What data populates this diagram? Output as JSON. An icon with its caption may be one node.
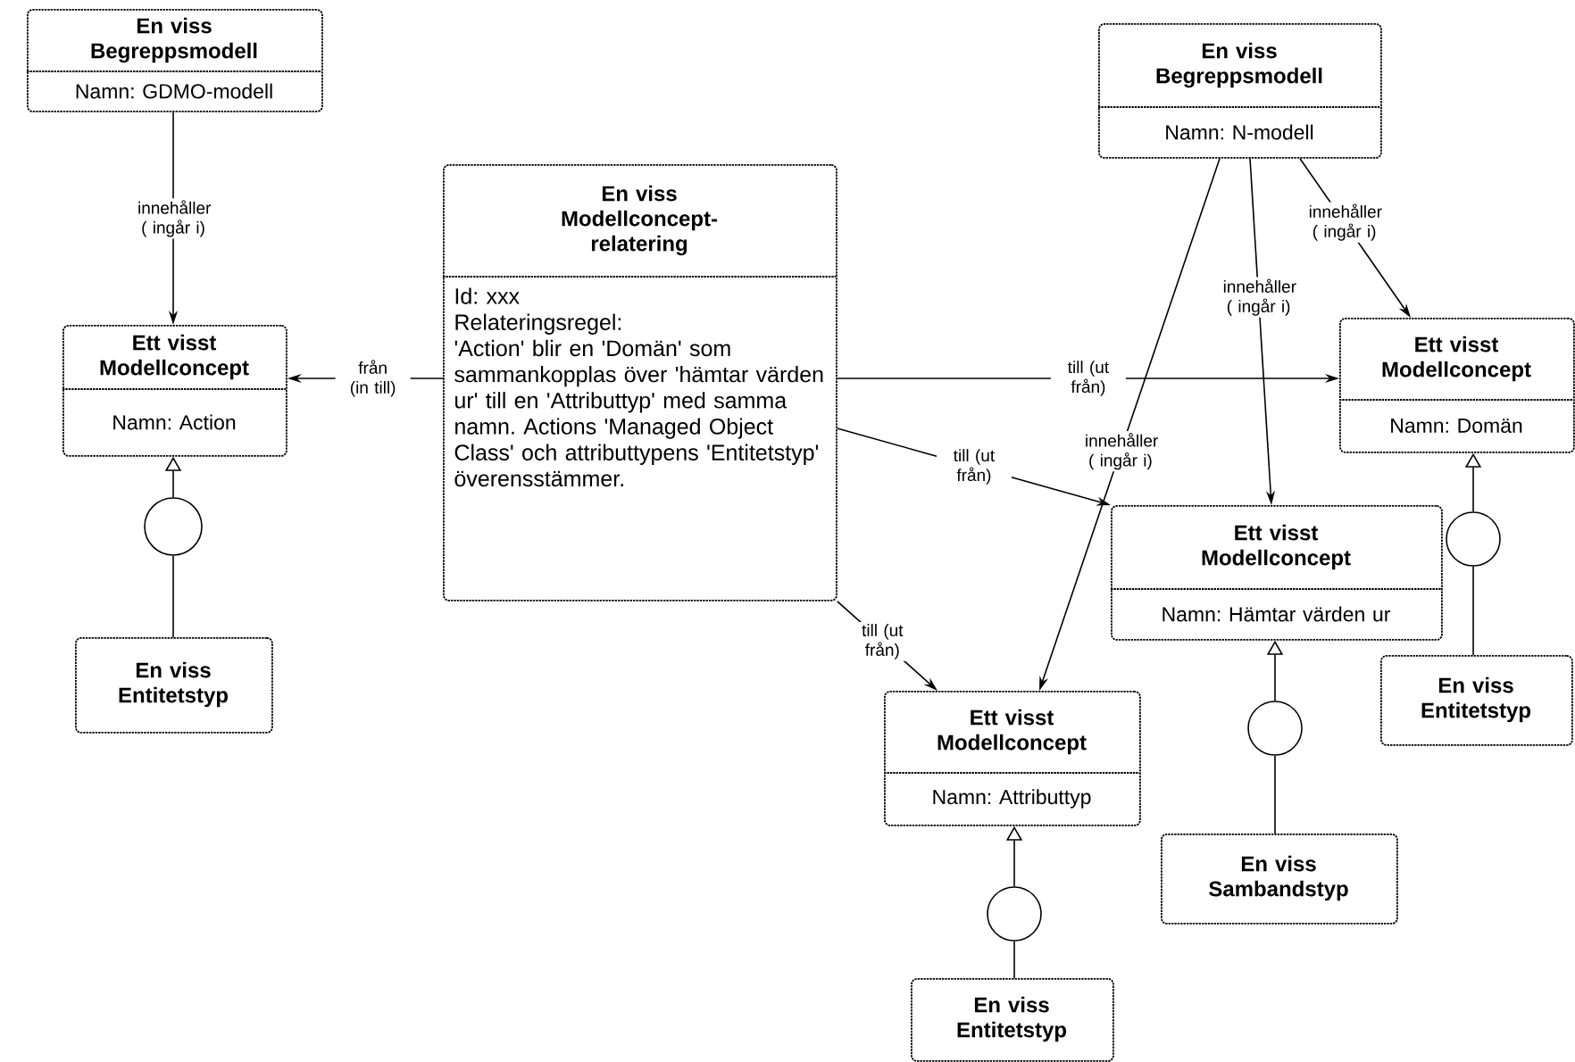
{
  "diagram": {
    "nodes": [
      {
        "text": [
          "En viss Begreppsmodell",
          "Namn: GDMO-modell"
        ]
      },
      {
        "text": [
          "En viss Begreppsmodell",
          "Namn: N-modell"
        ]
      },
      {
        "text": [
          "En viss Modellconcept-relatering",
          "Id: xxx",
          "Relateringsregel:",
          "'Action' blir en 'Domän' som sammankopplas över 'hämtar värden ur' till en 'Attributtyp' med samma namn. Actions 'Managed Object Class' och attributtypens 'Entitetstyp' överensstämmer."
        ]
      },
      {
        "text": [
          "Ett visst Modellconcept",
          "Namn: Action"
        ]
      },
      {
        "text": [
          "Ett visst Modellconcept",
          "Namn: Domän"
        ]
      },
      {
        "text": [
          "Ett visst Modellconcept",
          "Namn: Hämtar värden ur"
        ]
      },
      {
        "text": [],
        "shape": "circle"
      },
      {
        "text": [],
        "shape": "circle"
      },
      {
        "text": [
          "En viss Entitetstyp"
        ]
      },
      {
        "text": [
          "En viss Entitetstyp"
        ]
      },
      {
        "text": [
          "Ett visst Modellconcept",
          "Namn: Attributtyp"
        ]
      },
      {
        "text": [],
        "shape": "circle"
      },
      {
        "text": [
          "En viss Sambandstyp"
        ]
      },
      {
        "text": [],
        "shape": "circle"
      },
      {
        "text": [
          "En viss Entitetstyp"
        ]
      }
    ],
    "edges": [
      {
        "from": 0,
        "to": 3,
        "arrow": "to",
        "label": "innehåller ( ingår i)"
      },
      {
        "from": 2,
        "to": 3,
        "arrow": "to",
        "label": "från (in till)"
      },
      {
        "from": 2,
        "to": 4,
        "arrow": "to",
        "label": "till (ut från)"
      },
      {
        "from": 2,
        "to": 5,
        "arrow": "to",
        "label": "till (ut från)"
      },
      {
        "from": 2,
        "to": 10,
        "arrow": "to",
        "label": "till (ut från)"
      },
      {
        "from": 1,
        "to": 10,
        "arrow": "to",
        "label": "innehåller ( ingår i)"
      },
      {
        "from": 1,
        "to": 5,
        "arrow": "to",
        "label": "innehåller ( ingår i)"
      },
      {
        "from": 1,
        "to": 4,
        "arrow": "to",
        "label": "innehåller ( ingår i)"
      },
      {
        "from": 6,
        "to": 3,
        "arrow": "to"
      },
      {
        "from": 8,
        "to": 6,
        "arrow": "none"
      },
      {
        "from": 7,
        "to": 4,
        "arrow": "to"
      },
      {
        "from": 9,
        "to": 7,
        "arrow": "none"
      },
      {
        "from": 11,
        "to": 5,
        "arrow": "to"
      },
      {
        "from": 12,
        "to": 11,
        "arrow": "none"
      },
      {
        "from": 13,
        "to": 10,
        "arrow": "to"
      },
      {
        "from": 14,
        "to": 13,
        "arrow": "none"
      }
    ]
  }
}
